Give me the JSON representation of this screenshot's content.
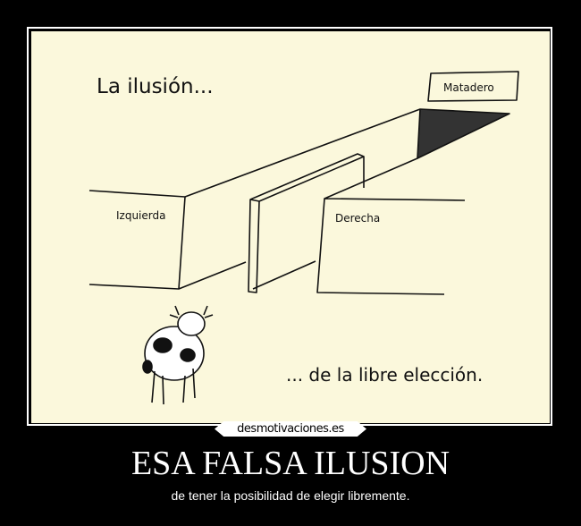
{
  "poster": {
    "title": "ESA FALSA ILUSION",
    "subtitle": "de tener la posibilidad de elegir libremente.",
    "logo": "desmotivaciones.es"
  },
  "cartoon": {
    "heading": "La ilusión...",
    "sign": "Matadero",
    "left_label": "Izquierda",
    "right_label": "Derecha",
    "caption": "... de la libre elección."
  },
  "colors": {
    "background": "#000000",
    "paper": "#fbf8dc",
    "ink": "#111111"
  }
}
